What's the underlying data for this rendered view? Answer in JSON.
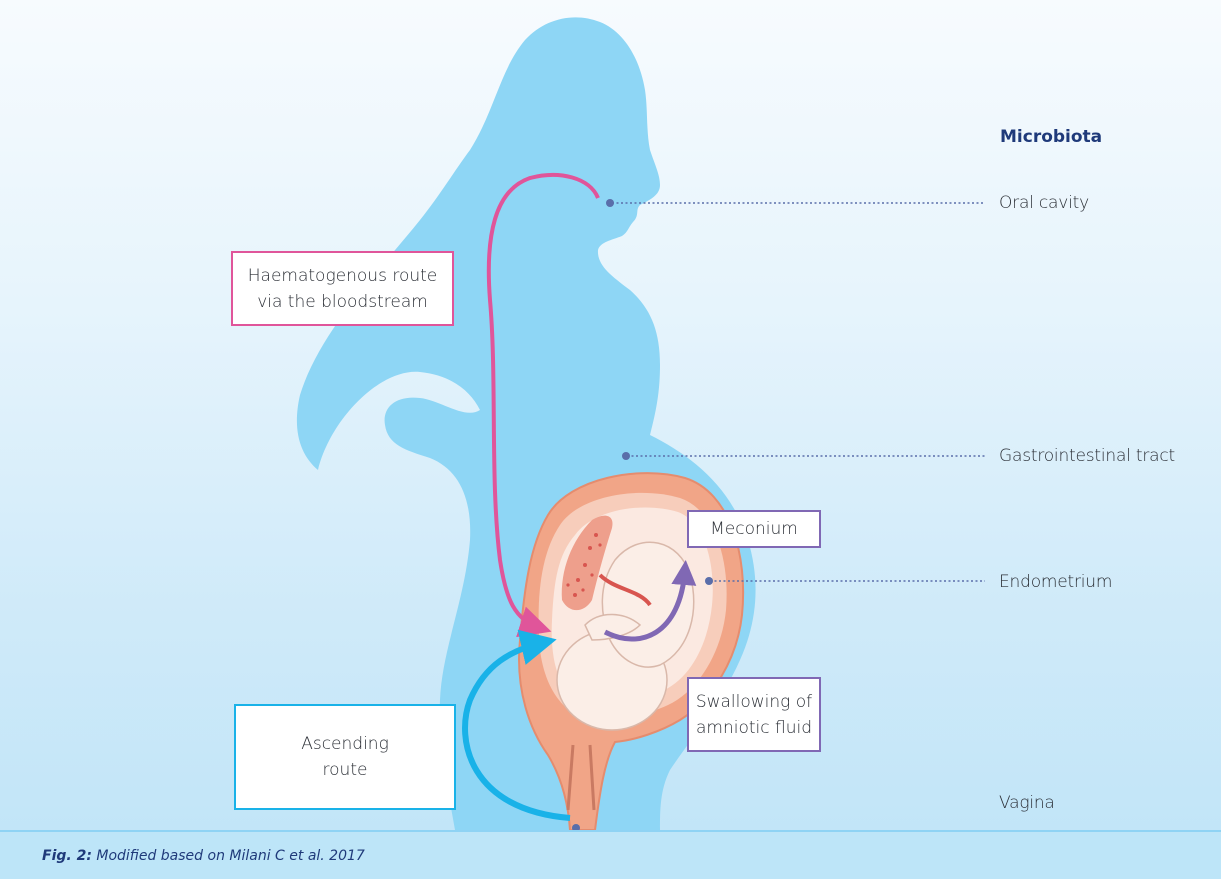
{
  "heading": "Microbiota",
  "sites": {
    "oral_cavity": "Oral cavity",
    "gastrointestinal_tract": "Gastrointestinal tract",
    "endometrium": "Endometrium",
    "vagina": "Vagina"
  },
  "routes": {
    "haematogenous": "Haematogenous route\nvia the bloodstream",
    "ascending": "Ascending\nroute",
    "meconium": "Meconium",
    "swallowing": "Swallowing of\namniotic fluid"
  },
  "caption": {
    "prefix": "Fig. 2:",
    "text": " Modified based on Milani C et al. 2017"
  },
  "colors": {
    "silhouette": "#8ed6f5",
    "haematogenous_route": "#e0559a",
    "ascending_route": "#19b2e8",
    "meconium_route": "#8068b4",
    "leader_dot": "#5a6eaa",
    "uterus": "#f1a587",
    "heading": "#1f3a7a"
  }
}
